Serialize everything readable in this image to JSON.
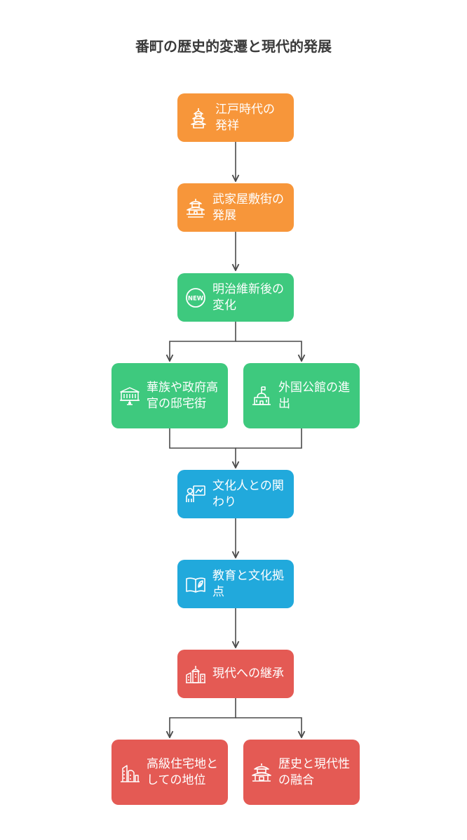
{
  "title": "番町の歴史的変遷と現代的発展",
  "colors": {
    "orange": "#f7963a",
    "green": "#3ec97e",
    "blue": "#21a9dc",
    "red": "#e45a54",
    "connector": "#4a4a4a"
  },
  "nodes": [
    {
      "id": "edo",
      "label": "江戸時代の発祥",
      "icon": "pagoda-icon",
      "color": "orange"
    },
    {
      "id": "samurai",
      "label": "武家屋敷街の発展",
      "icon": "japanese-castle-icon",
      "color": "orange"
    },
    {
      "id": "meiji",
      "label": "明治維新後の変化",
      "icon": "new-badge-icon",
      "color": "green"
    },
    {
      "id": "kazoku",
      "label": "華族や政府高官の邸宅街",
      "icon": "government-building-icon",
      "color": "green"
    },
    {
      "id": "foreign",
      "label": "外国公館の進出",
      "icon": "embassy-icon",
      "color": "green"
    },
    {
      "id": "culture",
      "label": "文化人との関わり",
      "icon": "artist-icon",
      "color": "blue"
    },
    {
      "id": "education",
      "label": "教育と文化拠点",
      "icon": "open-book-icon",
      "color": "blue"
    },
    {
      "id": "modern",
      "label": "現代への継承",
      "icon": "modern-city-icon",
      "color": "red"
    },
    {
      "id": "residential",
      "label": "高級住宅地としての地位",
      "icon": "skyscraper-icon",
      "color": "red"
    },
    {
      "id": "fusion",
      "label": "歴史と現代性の融合",
      "icon": "temple-icon",
      "color": "red"
    }
  ],
  "edges": [
    [
      "edo",
      "samurai"
    ],
    [
      "samurai",
      "meiji"
    ],
    [
      "meiji",
      "kazoku"
    ],
    [
      "meiji",
      "foreign"
    ],
    [
      "kazoku",
      "culture"
    ],
    [
      "foreign",
      "culture"
    ],
    [
      "culture",
      "education"
    ],
    [
      "education",
      "modern"
    ],
    [
      "modern",
      "residential"
    ],
    [
      "modern",
      "fusion"
    ]
  ]
}
